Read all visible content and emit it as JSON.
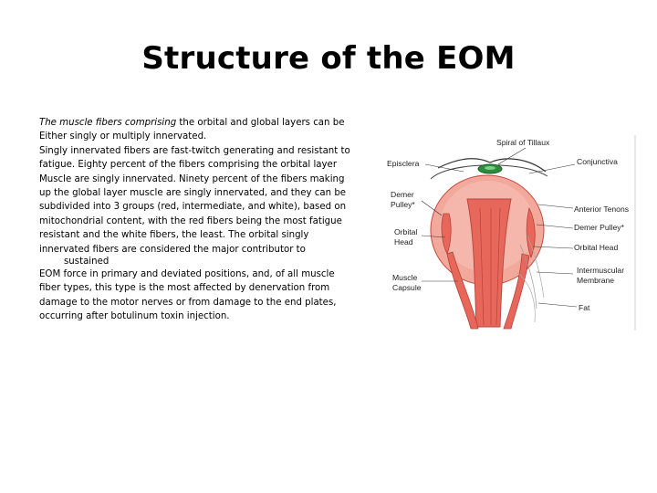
{
  "title": "Structure of the EOM",
  "paragraph": {
    "lines": [
      {
        "italic": "The muscle fibers comprising",
        "rest": " the orbital and global layers can be"
      },
      "Either singly or multiply innervated.",
      "Singly innervated fibers are fast-twitch generating and resistant to",
      "fatigue. Eighty percent of the fibers comprising the orbital layer",
      "Muscle are singly innervated. Ninety percent of the fibers making",
      "up the global layer muscle are singly innervated, and they can be",
      "subdivided into 3 groups (red, intermediate, and white), based on",
      "mitochondrial content, with the red fibers being the most fatigue",
      "resistant and the white fibers, the least. The orbital singly",
      "innervated fibers are considered the major contributor to",
      "sustained",
      "EOM  force in primary and deviated positions, and, of all muscle",
      "fiber types, this type is the most affected by denervation from",
      "damage to the motor nerves or from damage to the end plates,",
      "occurring after botulinum toxin injection."
    ]
  },
  "figure": {
    "labels": {
      "spiral": "Spiral of Tillaux",
      "episclera": "Episclera",
      "conjunctiva": "Conjunctiva",
      "demer_left_1": "Demer",
      "demer_left_2": "Pulley*",
      "anterior_tenons": "Anterior Tenons",
      "demer_right": "Demer Pulley*",
      "orbital_left_1": "Orbital",
      "orbital_left_2": "Head",
      "orbital_right": "Orbital Head",
      "intermuscular_1": "Intermuscular",
      "intermuscular_2": "Membrane",
      "muscle_capsule_1": "Muscle",
      "muscle_capsule_2": "Capsule",
      "fat": "Fat"
    },
    "colors": {
      "muscle": "#e8675b",
      "muscle_light": "#f2a79c",
      "cornea": "#2e8b3d",
      "line": "#333333"
    }
  }
}
